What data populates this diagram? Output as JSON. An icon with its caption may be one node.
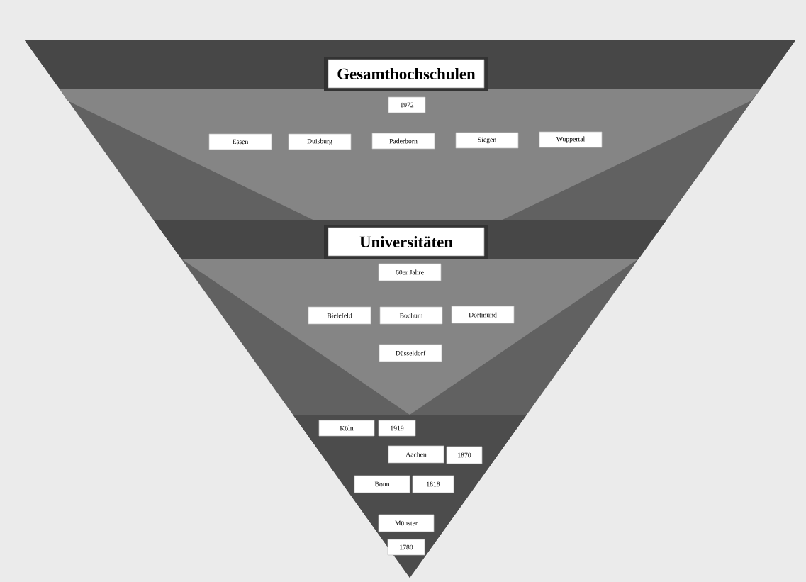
{
  "diagram": {
    "nodes": [
      {
        "text": [
          "Gesamthochschulen"
        ]
      },
      {
        "text": [
          "1972"
        ]
      },
      {
        "text": [
          "Essen"
        ]
      },
      {
        "text": [
          "Duisburg"
        ]
      },
      {
        "text": [
          "Paderborn"
        ]
      },
      {
        "text": [
          "Siegen"
        ]
      },
      {
        "text": [
          "Wuppertal"
        ]
      },
      {
        "text": [
          "Universitäten"
        ]
      },
      {
        "text": [
          "60er Jahre"
        ]
      },
      {
        "text": [
          "Bielefeld"
        ]
      },
      {
        "text": [
          "Bochum"
        ]
      },
      {
        "text": [
          "Dortmund"
        ]
      },
      {
        "text": [
          "Düsseldorf"
        ]
      },
      {
        "text": [
          "Köln"
        ]
      },
      {
        "text": [
          "1919"
        ]
      },
      {
        "text": [
          "Aachen"
        ]
      },
      {
        "text": [
          "1870"
        ]
      },
      {
        "text": [
          "Bonn"
        ]
      },
      {
        "text": [
          "1818"
        ]
      },
      {
        "text": [
          "Münster"
        ]
      },
      {
        "text": [
          "1780"
        ]
      }
    ]
  }
}
